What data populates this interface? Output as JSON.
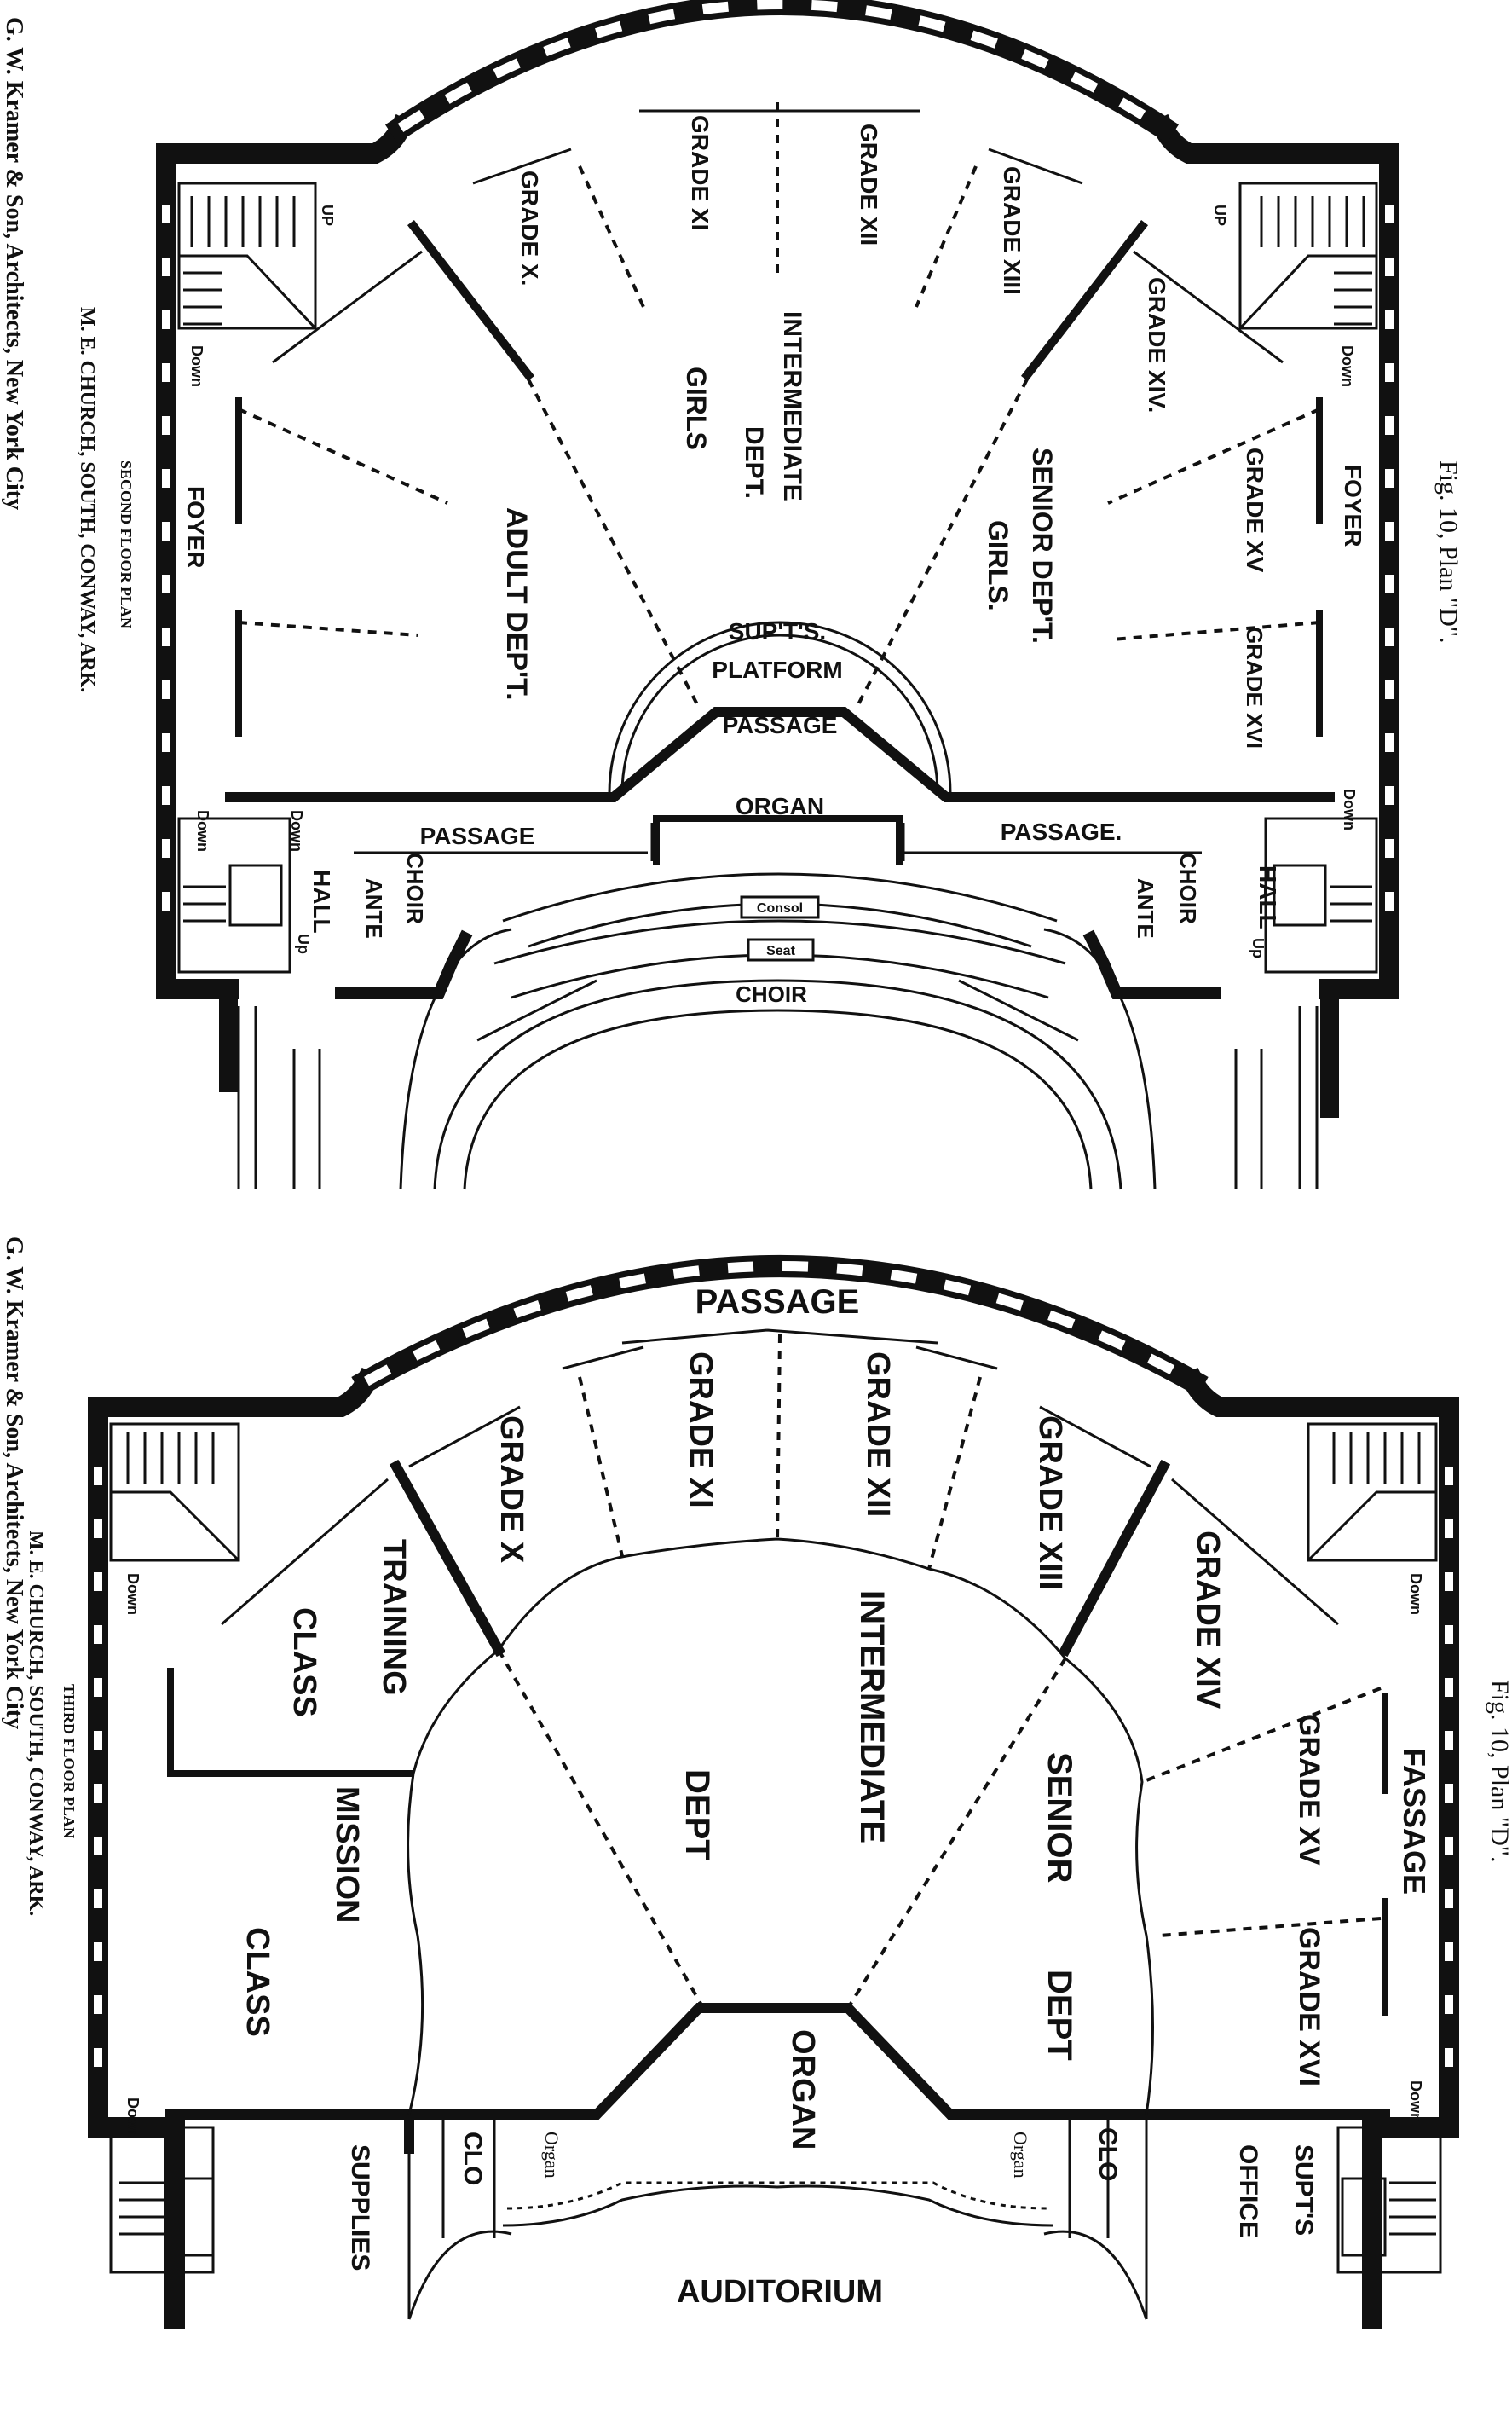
{
  "plans": [
    {
      "caption": {
        "architects": "G. W. Kramer & Son, Architects, New York City",
        "church": "M. E. CHURCH, SOUTH, CONWAY, ARK.",
        "floor": "SECOND FLOOR PLAN",
        "figure": "Fig. 10, Plan \"D\"."
      },
      "rooms": {
        "grade_x": "GRADE X.",
        "grade_xi": "GRADE XI",
        "grade_xii": "GRADE XII",
        "grade_xiii": "GRADE XIII",
        "grade_xiv": "GRADE XIV.",
        "grade_xv": "GRADE XV",
        "grade_xvi": "GRADE XVI",
        "intermediate_a": "INTERMEDIATE",
        "intermediate_b": "DEPT.",
        "girls_a": "GIRLS",
        "senior_a": "SENIOR DEP'T.",
        "senior_b": "GIRLS.",
        "adult": "ADULT DEP'T.",
        "foyer_left": "FOYER",
        "foyer_right": "FOYER",
        "supts_platform_a": "SUP'T'S.",
        "supts_platform_b": "PLATFORM",
        "passage_center": "PASSAGE",
        "organ": "ORGAN",
        "passage_left": "PASSAGE",
        "passage_right": "PASSAGE.",
        "choir_ante_left_a": "CHOIR",
        "choir_ante_left_b": "ANTE",
        "choir_ante_right_a": "CHOIR",
        "choir_ante_right_b": "ANTE",
        "hall_left": "HALL",
        "hall_right": "HALL",
        "consol": "Consol",
        "seat": "Seat",
        "choir": "CHOIR"
      },
      "stairs": {
        "up_tl": "UP",
        "up_tr": "UP",
        "down_tl": "Down",
        "down_tr": "Down",
        "down_ml": "Down",
        "down_ml2": "Down",
        "down_mr": "Down",
        "up_bl": "Up",
        "up_br": "Up"
      }
    },
    {
      "caption": {
        "architects": "G. W. Kramer & Son, Architects, New York City",
        "church": "M. E. CHURCH, SOUTH, CONWAY, ARK.",
        "floor": "THIRD FLOOR PLAN",
        "figure": "Fig. 10, Plan \"D\"."
      },
      "rooms": {
        "passage_top": "PASSAGE",
        "grade_x": "GRADE X",
        "grade_xi": "GRADE XI",
        "grade_xii": "GRADE XII",
        "grade_xiii": "GRADE XIII",
        "grade_xiv": "GRADE XIV",
        "grade_xv": "GRADE XV",
        "grade_xvi": "GRADE XVI",
        "training_a": "TRAINING",
        "training_b": "CLASS",
        "mission_a": "MISSION",
        "mission_b": "CLASS",
        "intermediate": "INTERMEDIATE",
        "dept": "DEPT",
        "senior_a": "SENIOR",
        "senior_b": "DEPT",
        "fassage": "FASSAGE",
        "organ": "ORGAN",
        "organ_left": "Organ",
        "organ_right": "Organ",
        "clo_left": "CLO",
        "clo_right": "CLO",
        "supplies": "SUPPLIES",
        "supts_office_a": "SUPT'S",
        "supts_office_b": "OFFICE",
        "auditorium": "AUDITORIUM"
      },
      "stairs": {
        "down_tl": "Down",
        "down_tr": "Down",
        "down_bl": "Down",
        "down_br": "Down"
      }
    }
  ]
}
